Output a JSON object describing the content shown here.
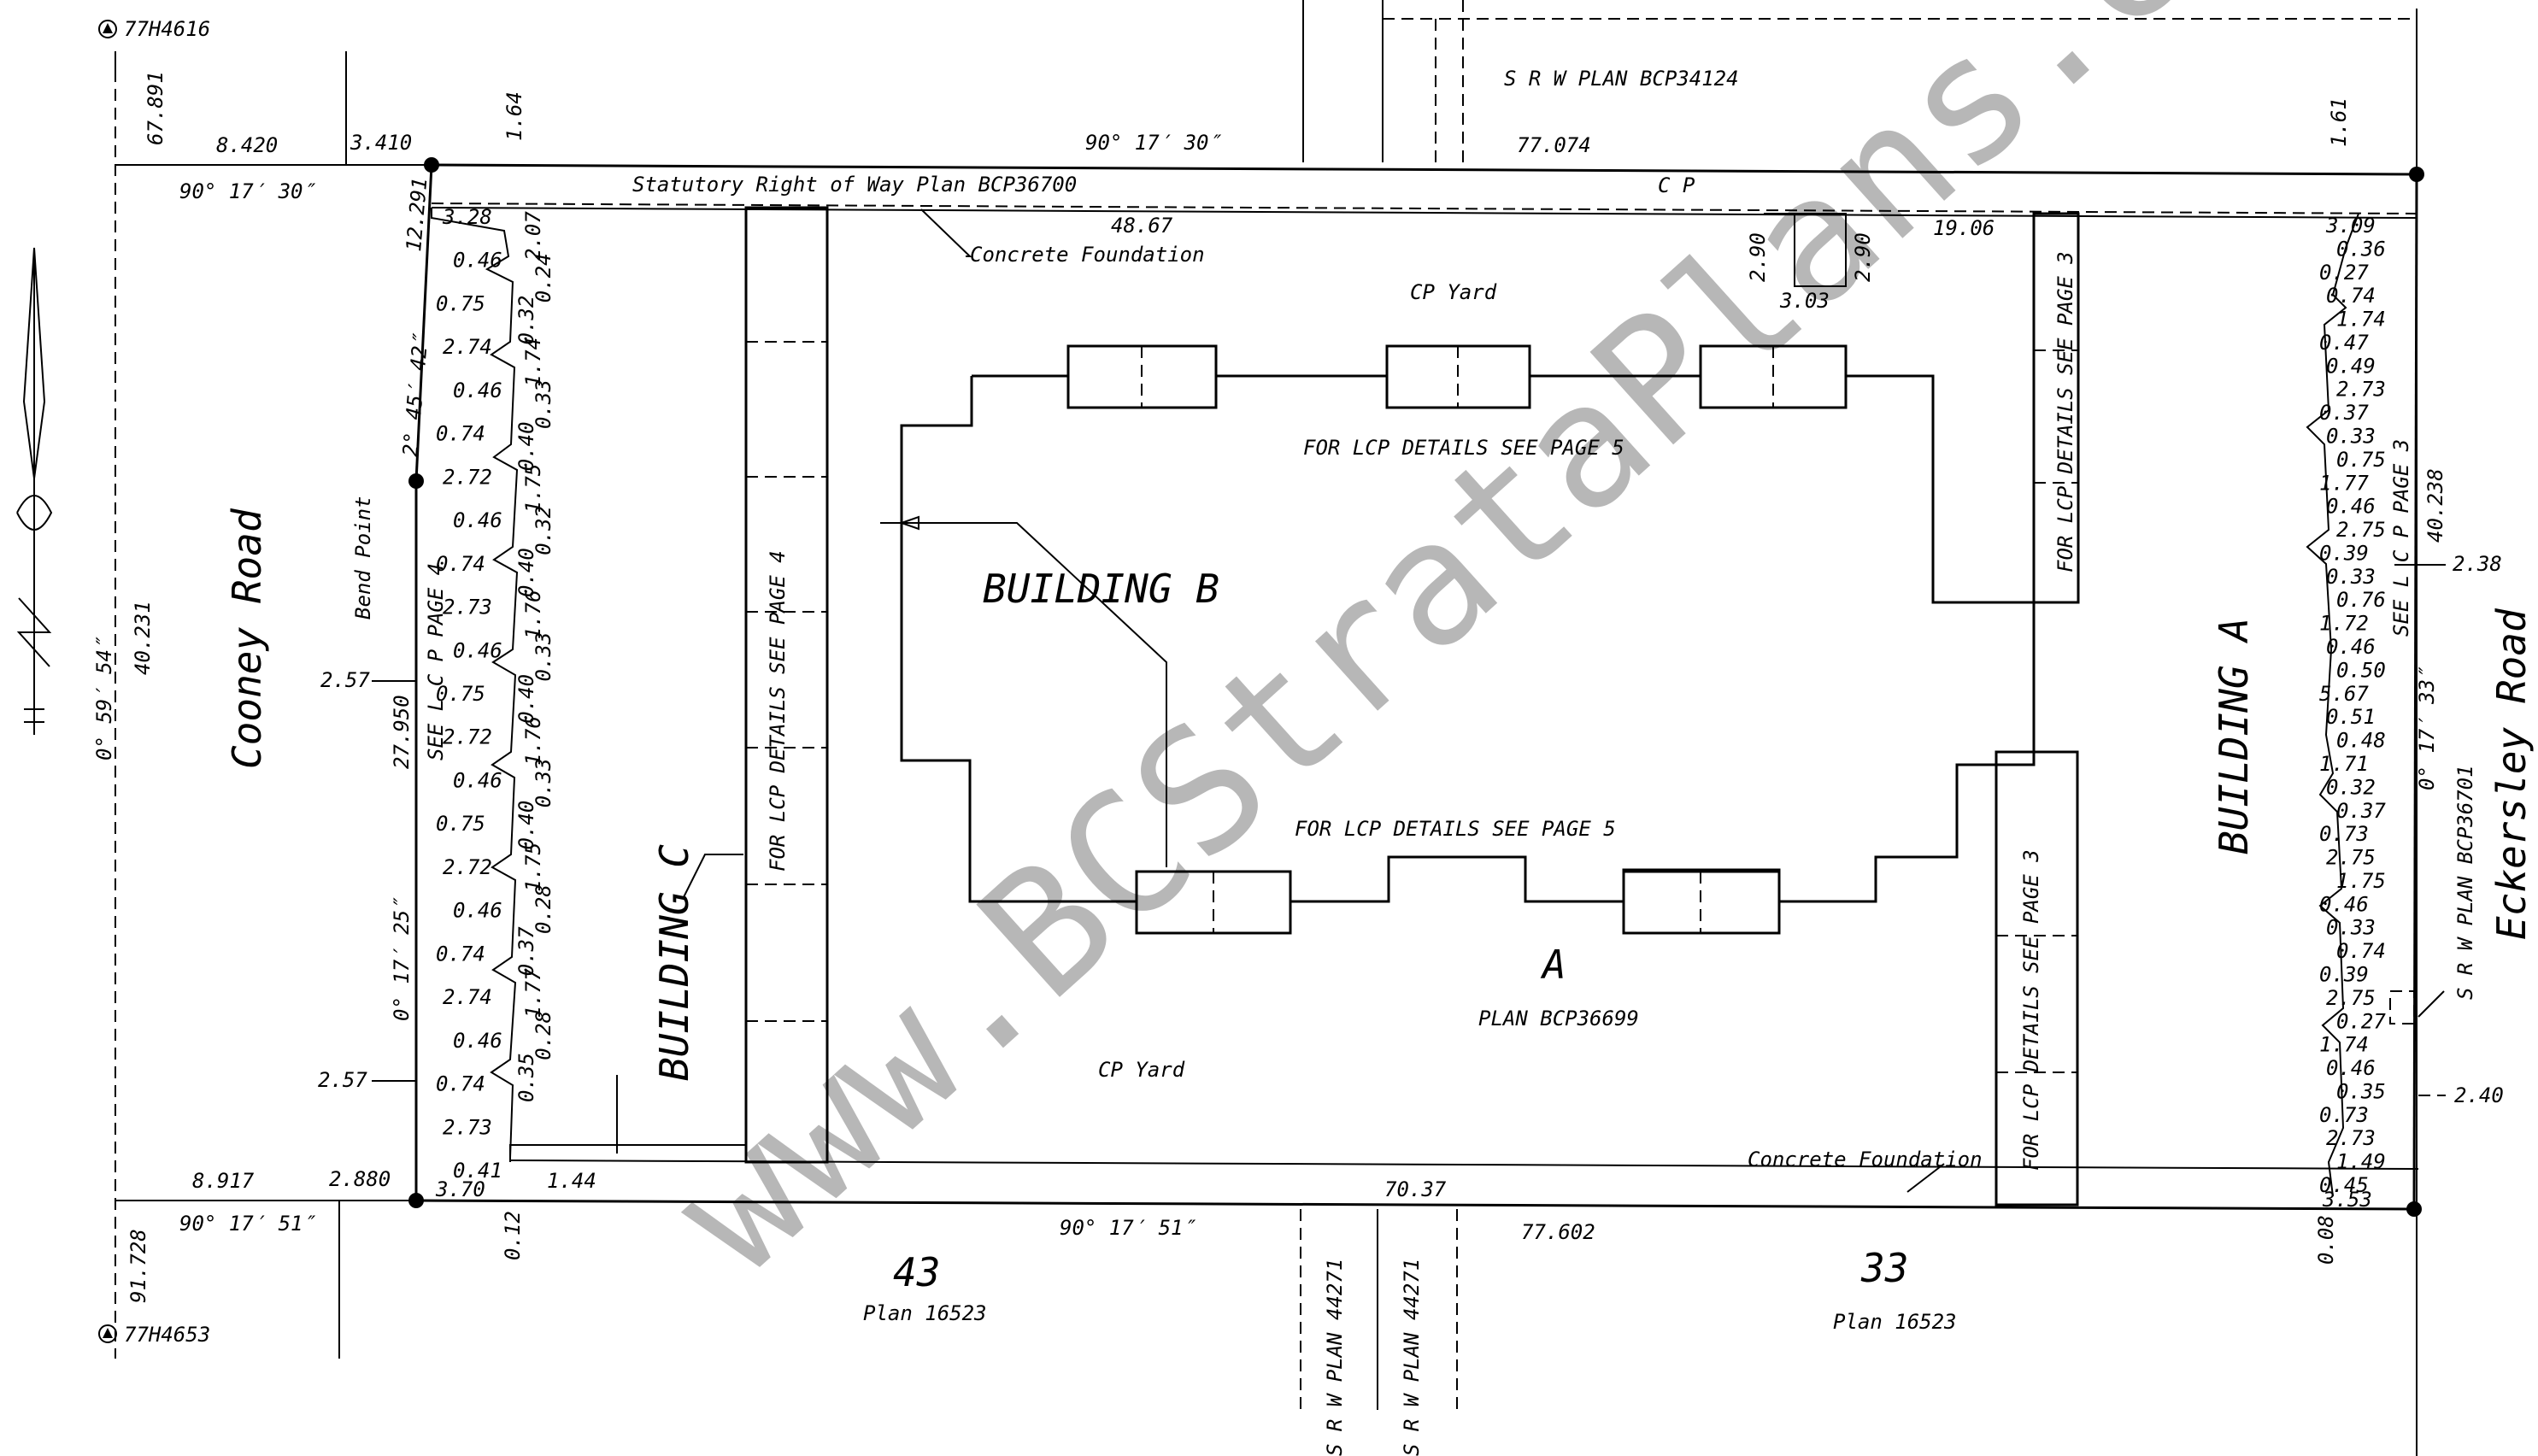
{
  "watermark": "www.BCStrataPlans.com",
  "roads": {
    "west": "Cooney Road",
    "east": "Eckersley Road"
  },
  "buildings": {
    "a": "BUILDING A",
    "b": "BUILDING B",
    "c": "BUILDING C"
  },
  "lots": {
    "strata_lot": "A",
    "strata_plan": "PLAN BCP36699",
    "lot_43": "43",
    "lot_43_plan": "Plan 16523",
    "lot_33": "33",
    "lot_33_plan": "Plan 16523"
  },
  "labels": {
    "srw_top": "S R W  PLAN BCP34124",
    "statutory_row": "Statutory Right of Way Plan BCP36700",
    "cp_top": "C P",
    "concrete_foundation": "Concrete Foundation",
    "cp_yard": "CP  Yard",
    "lcp_page5": "FOR LCP DETAILS SEE PAGE 5",
    "lcp_page4": "FOR LCP DETAILS SEE PAGE 4",
    "lcp_page3": "FOR LCP DETAILS SEE PAGE 3",
    "bend_point": "Bend Point",
    "see_lcp_page4": "SEE  L C P  PAGE  4",
    "see_lcp_page3": "SEE  L C P  PAGE  3",
    "srw_east": "S R W PLAN BCP36701",
    "srw_south": "S R W  PLAN 44271",
    "monument_nw": "77H4616",
    "monument_sw": "77H4653"
  },
  "dimensions": {
    "top_bearing": "90° 17′ 30″",
    "top_length": "77.074",
    "bottom_bearing": "90° 17′ 51″",
    "bottom_length": "77.602",
    "west_bearing_outer": "0° 59′ 54″",
    "west_length_outer": "40.231",
    "west_bearing_upper": "2° 45′ 42″",
    "west_length_upper": "12.291",
    "west_bearing_lower": "0° 17′ 25″",
    "west_length_lower": "27.950",
    "east_bearing": "0° 17′ 33″",
    "east_length": "40.238",
    "nw_a": "8.420",
    "nw_b": "3.410",
    "nw_c": "1.64",
    "ne_c": "1.61",
    "sw_a": "8.917",
    "sw_b": "2.880",
    "sw_c": "3.70",
    "sw_d": "0.12",
    "se_a": "3.53",
    "se_b": "0.08",
    "diag_nw": "67.891",
    "diag_sw": "91.728",
    "cf_top": "48.67",
    "cf_top_east": "19.06",
    "cf_bottom": "70.37",
    "e_238": "2.38",
    "e_240": "2.40",
    "w_257a": "2.57",
    "w_257b": "2.57",
    "notch_290a": "2.90",
    "notch_290b": "2.90",
    "notch_303": "3.03",
    "c_144": "1.44",
    "west_stair": [
      "3.28",
      "0.46",
      "0.75",
      "2.74",
      "0.46",
      "0.74",
      "2.72",
      "0.46",
      "0.74",
      "2.73",
      "0.46",
      "0.75",
      "2.72",
      "0.46",
      "0.75",
      "2.72",
      "0.46",
      "0.74",
      "2.74",
      "0.46",
      "0.74",
      "2.73",
      "0.41"
    ],
    "west_stair_right": [
      "2.07",
      "0.24",
      "0.32",
      "1.74",
      "0.33",
      "0.40",
      "1.75",
      "0.32",
      "0.40",
      "1.76",
      "0.33",
      "0.40",
      "1.76",
      "0.33",
      "0.40",
      "1.75",
      "0.28",
      "0.37",
      "1.77",
      "0.28",
      "0.35"
    ],
    "east_stair": [
      "3.09",
      "0.36",
      "0.27",
      "0.74",
      "1.74",
      "0.47",
      "0.49",
      "2.73",
      "0.37",
      "0.33",
      "0.75",
      "1.77",
      "0.46",
      "2.75",
      "0.39",
      "0.33",
      "0.76",
      "1.72",
      "0.46",
      "0.50",
      "5.67",
      "0.51",
      "0.48",
      "1.71",
      "0.32",
      "0.37",
      "0.73",
      "2.75",
      "1.75",
      "0.46",
      "0.33",
      "0.74",
      "0.39",
      "2.75",
      "0.27",
      "1.74",
      "0.46",
      "0.35",
      "0.73",
      "2.73",
      "1.49",
      "0.45"
    ]
  }
}
